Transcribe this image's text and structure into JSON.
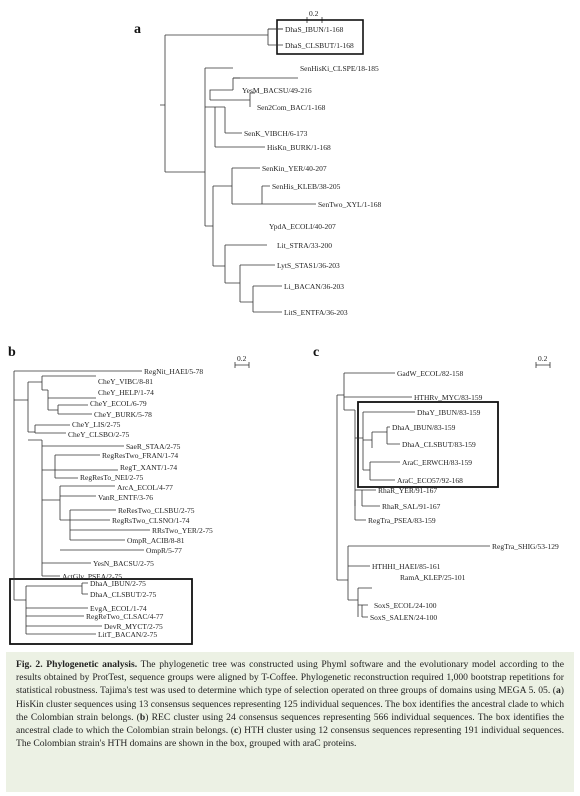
{
  "panel_a": {
    "label": "a",
    "scale": "0.2",
    "leaves": [
      "DhaS_IBUN/1-168",
      "DhaS_CLSBUT/1-168",
      "SenHisKi_CLSPE/18-185",
      "YesM_BACSU/49-216",
      "Sen2Com_BAC/1-168",
      "SenK_VIBCH/6-173",
      "HisKn_BURK/1-168",
      "SenKin_YER/40-207",
      "SenHis_KLEB/38-205",
      "SenTwo_XYL/1-168",
      "YpdA_ECOLI/40-207",
      "Lit_STRA/33-200",
      "LytS_STAS1/36-203",
      "Li_BACAN/36-203",
      "LitS_ENTFA/36-203"
    ]
  },
  "panel_b": {
    "label": "b",
    "scale": "0.2",
    "leaves": [
      "RegNit_HAEI/5-78",
      "CheY_VIBC/8-81",
      "CheY_HELP/1-74",
      "CheY_ECOL/6-79",
      "CheY_BURK/5-78",
      "CheY_LIS/2-75",
      "CheY_CLSBO/2-75",
      "SaeR_STAA/2-75",
      "RegResTwo_FRAN/1-74",
      "RegT_XANT/1-74",
      "RegResTo_NEI/2-75",
      "ArcA_ECOL/4-77",
      "VanR_ENTF/3-76",
      "ReResTwo_CLSBU/2-75",
      "RegRsTwo_CLSNO/1-74",
      "RRsTwo_YER/2-75",
      "OmpR_ACIB/8-81",
      "OmpR/5-77",
      "YesN_BACSU/2-75",
      "ActGlv_PSEA/2-75",
      "DhaA_IBUN/2-75",
      "DhaA_CLSBUT/2-75",
      "EvgA_ECOL/1-74",
      "RegReTwo_CLSAC/4-77",
      "DevR_MYCT/2-75",
      "LitT_BACAN/2-75"
    ]
  },
  "panel_c": {
    "label": "c",
    "scale": "0.2",
    "leaves": [
      "GadW_ECOL/82-158",
      "HTHRv_MYC/83-159",
      "DhaY_IBUN/83-159",
      "DhaA_IBUN/83-159",
      "DhaA_CLSBUT/83-159",
      "AraC_ERWCH/83-159",
      "AraC_ECO57/92-168",
      "RhaR_YER/91-167",
      "RhaR_SAL/91-167",
      "RegTra_PSEA/83-159",
      "RegTra_SHIG/53-129",
      "HTHHI_HAEI/85-161",
      "RamA_KLEP/25-101",
      "SoxS_ECOL/24-100",
      "SoxS_SALEN/24-100"
    ]
  },
  "caption": {
    "title": "Fig. 2. Phylogenetic analysis.",
    "text1": " The phylogenetic tree was constructed using Phyml software and the evolutionary model according to the results obtained by ProtTest, sequence groups were aligned by T-Coffee. Phylogenetic reconstruction required 1,000 bootstrap repetitions for statistical robustness. Tajima's test was used to determine which type of selection operated on three groups of domains using MEGA 5. 05. (",
    "a": "a",
    "text2": ") HisKin cluster sequences using 13 consensus sequences representing 125 individual sequences. The box identifies the ancestral clade to which the Colombian strain belongs. (",
    "b": "b",
    "text3": ") REC cluster using 24 consensus sequences representing 566 individual sequences. The box identifies the ancestral clade to which the Colombian strain belongs. (",
    "c": "c",
    "text4": ") HTH cluster using 12 consensus sequences representing 191 individual sequences. The Colombian strain's HTH domains are shown in the box, grouped with araC proteins."
  }
}
